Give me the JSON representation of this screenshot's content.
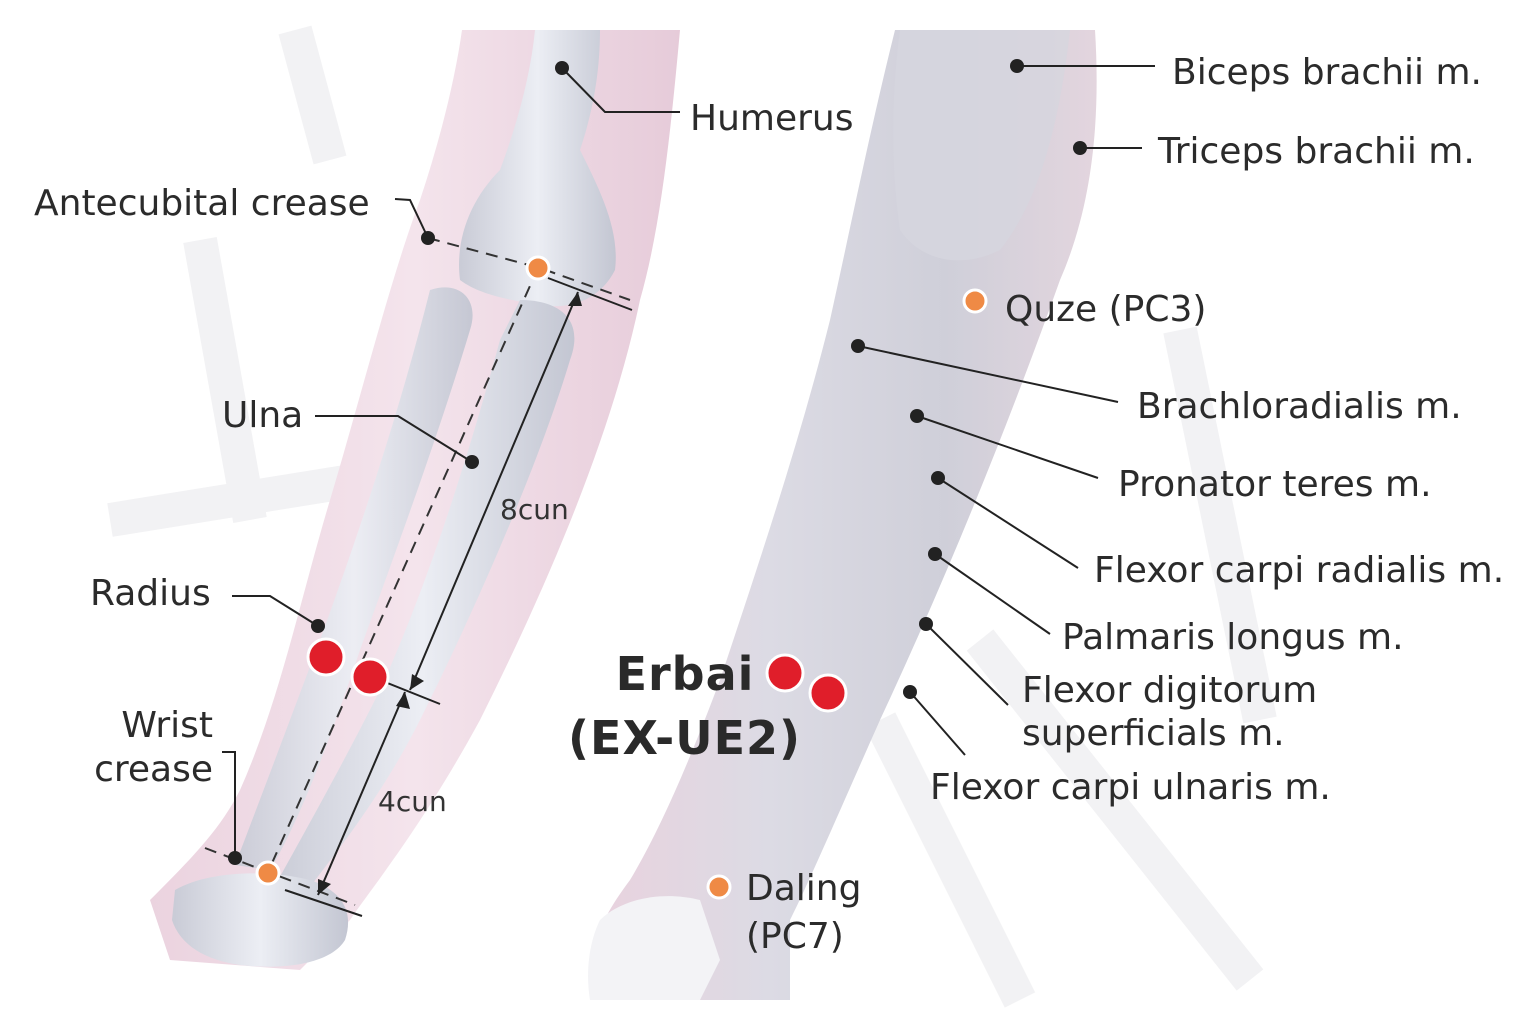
{
  "colors": {
    "acupoint_main": "#e01e2a",
    "acupoint_related": "#ef8a45",
    "leader_dot": "#222222",
    "bone": "#dde0e9",
    "skin": "#f0d6e2",
    "muscle": "#d9d9e2"
  },
  "labels": {
    "humerus": "Humerus",
    "antecubital_crease": "Antecubital crease",
    "ulna": "Ulna",
    "radius": "Radius",
    "wrist_crease_line1": "Wrist",
    "wrist_crease_line2": "crease",
    "measure_8cun": "8cun",
    "measure_4cun": "4cun",
    "biceps": "Biceps brachii m.",
    "triceps": "Triceps brachii m.",
    "quze": "Quze (PC3)",
    "brachioradialis": "Brachloradialis m.",
    "pronator": "Pronator teres m.",
    "flexor_carpi_radialis": "Flexor carpi radialis m.",
    "palmaris": "Palmaris longus m.",
    "flexor_digitorum_line1": "Flexor digitorum",
    "flexor_digitorum_line2": "superficials m.",
    "flexor_carpi_ulnaris": "Flexor carpi ulnaris m.",
    "erbai_line1": "Erbai",
    "erbai_line2": "(EX-UE2)",
    "daling_line1": "Daling",
    "daling_line2": "(PC7)"
  }
}
